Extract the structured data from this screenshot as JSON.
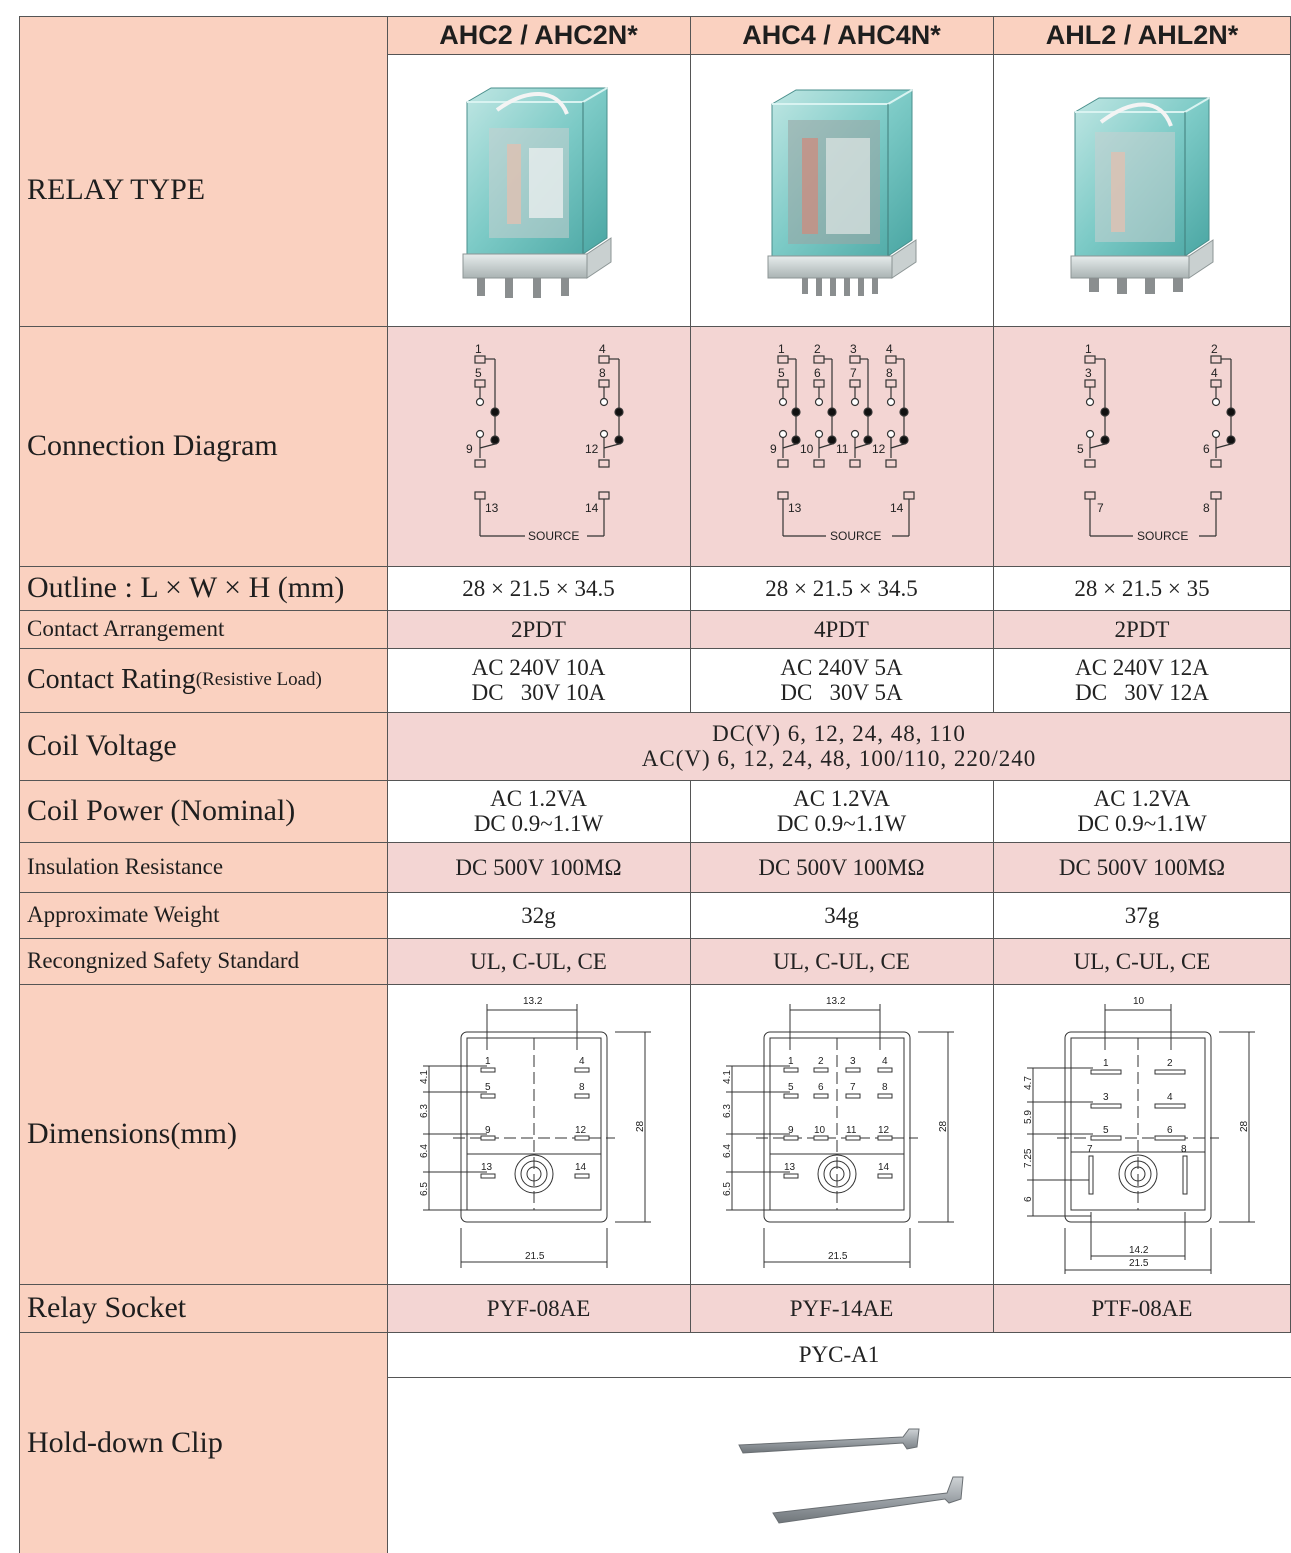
{
  "models": [
    "AHC2 / AHC2N*",
    "AHC4 / AHC4N*",
    "AHL2 / AHL2N*"
  ],
  "rows": {
    "relay_type": "RELAY TYPE",
    "connection": "Connection Diagram",
    "outline": "Outline : L × W × H (mm)",
    "arrangement": "Contact  Arrangement",
    "rating_main": "Contact Rating",
    "rating_sub": "(Resistive Load)",
    "coil_voltage": "Coil Voltage",
    "coil_power": "Coil Power (Nominal)",
    "insulation": "Insulation Resistance",
    "weight": "Approximate Weight",
    "safety": "Recongnized Safety Standard",
    "dimensions": "Dimensions(mm)",
    "socket": "Relay Socket",
    "clip": "Hold-down Clip"
  },
  "outline": [
    "28 × 21.5 × 34.5",
    "28 × 21.5 × 34.5",
    "28 × 21.5 × 35"
  ],
  "arrangement": [
    "2PDT",
    "4PDT",
    "2PDT"
  ],
  "rating": [
    [
      "AC 240V 10A",
      "DC   30V 10A"
    ],
    [
      "AC 240V 5A",
      "DC   30V 5A"
    ],
    [
      "AC 240V 12A",
      "DC   30V 12A"
    ]
  ],
  "coil_voltage": [
    "DC(V) 6, 12, 24, 48, 110",
    "AC(V) 6, 12, 24, 48, 100/110, 220/240"
  ],
  "coil_power": [
    [
      "AC 1.2VA",
      "DC 0.9~1.1W"
    ],
    [
      "AC 1.2VA",
      "DC 0.9~1.1W"
    ],
    [
      "AC 1.2VA",
      "DC 0.9~1.1W"
    ]
  ],
  "insulation": [
    "DC 500V 100MΩ",
    "DC 500V 100MΩ",
    "DC 500V 100MΩ"
  ],
  "weight": [
    "32g",
    "34g",
    "37g"
  ],
  "safety": [
    "UL, C-UL, CE",
    "UL, C-UL, CE",
    "UL, C-UL, CE"
  ],
  "socket": [
    "PYF-08AE",
    "PYF-14AE",
    "PTF-08AE"
  ],
  "clip": "PYC-A1",
  "source_label": "SOURCE",
  "conn": {
    "ahc2": {
      "top": [
        "1",
        "4"
      ],
      "mid": [
        "5",
        "8"
      ],
      "bot": [
        "9",
        "12"
      ],
      "coil": [
        "13",
        "14"
      ]
    },
    "ahc4": {
      "top": [
        "1",
        "2",
        "3",
        "4"
      ],
      "mid": [
        "5",
        "6",
        "7",
        "8"
      ],
      "bot": [
        "9",
        "10",
        "11",
        "12"
      ],
      "coil": [
        "13",
        "14"
      ]
    },
    "ahl2": {
      "top": [
        "1",
        "2"
      ],
      "mid": [
        "3",
        "4"
      ],
      "bot": [
        "5",
        "6"
      ],
      "coil": [
        "7",
        "8"
      ]
    }
  },
  "dims": {
    "ahc2": {
      "pitch": "13.2",
      "width": "21.5",
      "height": "28",
      "v": [
        "4.1",
        "6.3",
        "6.4",
        "6.5"
      ],
      "pins": [
        "1",
        "4",
        "5",
        "8",
        "9",
        "12",
        "13",
        "14"
      ]
    },
    "ahc4": {
      "pitch": "13.2",
      "width": "21.5",
      "height": "28",
      "v": [
        "4.1",
        "6.3",
        "6.4",
        "6.5"
      ],
      "pins": [
        "1",
        "2",
        "3",
        "4",
        "5",
        "6",
        "7",
        "8",
        "9",
        "10",
        "11",
        "12",
        "13",
        "14"
      ]
    },
    "ahl2": {
      "pitch": "10",
      "width": "21.5",
      "height": "28",
      "inner": "14.2",
      "v": [
        "4.7",
        "5.9",
        "7.25",
        "6"
      ],
      "pins": [
        "1",
        "2",
        "3",
        "4",
        "5",
        "6",
        "7",
        "8"
      ]
    }
  }
}
